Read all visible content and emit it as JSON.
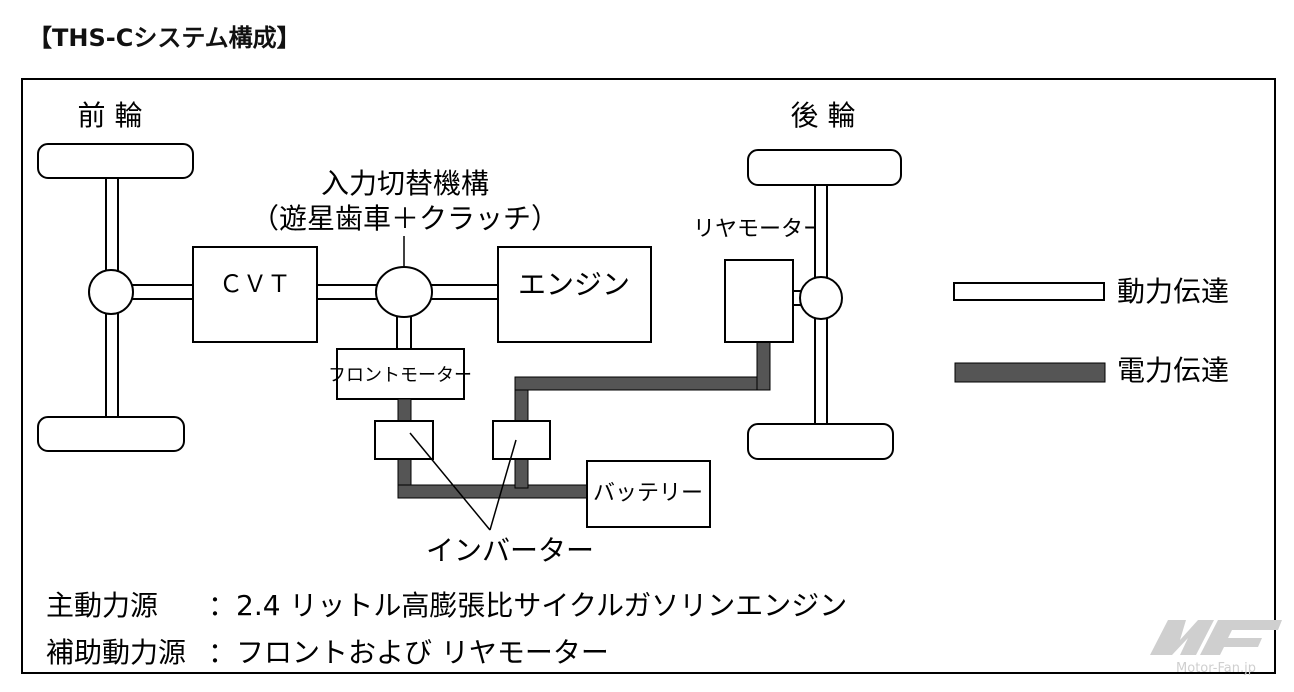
{
  "title": "【THS-Cシステム構成】",
  "labels": {
    "front_wheels": "前 輪",
    "rear_wheels": "後 輪",
    "input_switch_1": "入力切替機構",
    "input_switch_2": "（遊星歯車＋クラッチ）",
    "cvt": "ＣＶＴ",
    "engine": "エンジン",
    "front_motor": "フロントモーター",
    "rear_motor": "リヤモーター",
    "battery": "バッテリー",
    "inverter": "インバーター"
  },
  "legend": {
    "power_transmission": "動力伝達",
    "electric_transmission": "電力伝達"
  },
  "notes": {
    "main_label": "主動力源",
    "main_value": "：2.4 リットル高膨張比サイクルガソリンエンジン",
    "aux_label": "補助動力源",
    "aux_value": "：フロントおよび リヤモーター"
  },
  "watermark": {
    "logo": "MF",
    "site": "Motor-Fan.jp"
  },
  "colors": {
    "electric_line": "#555555",
    "outline": "#000000"
  }
}
